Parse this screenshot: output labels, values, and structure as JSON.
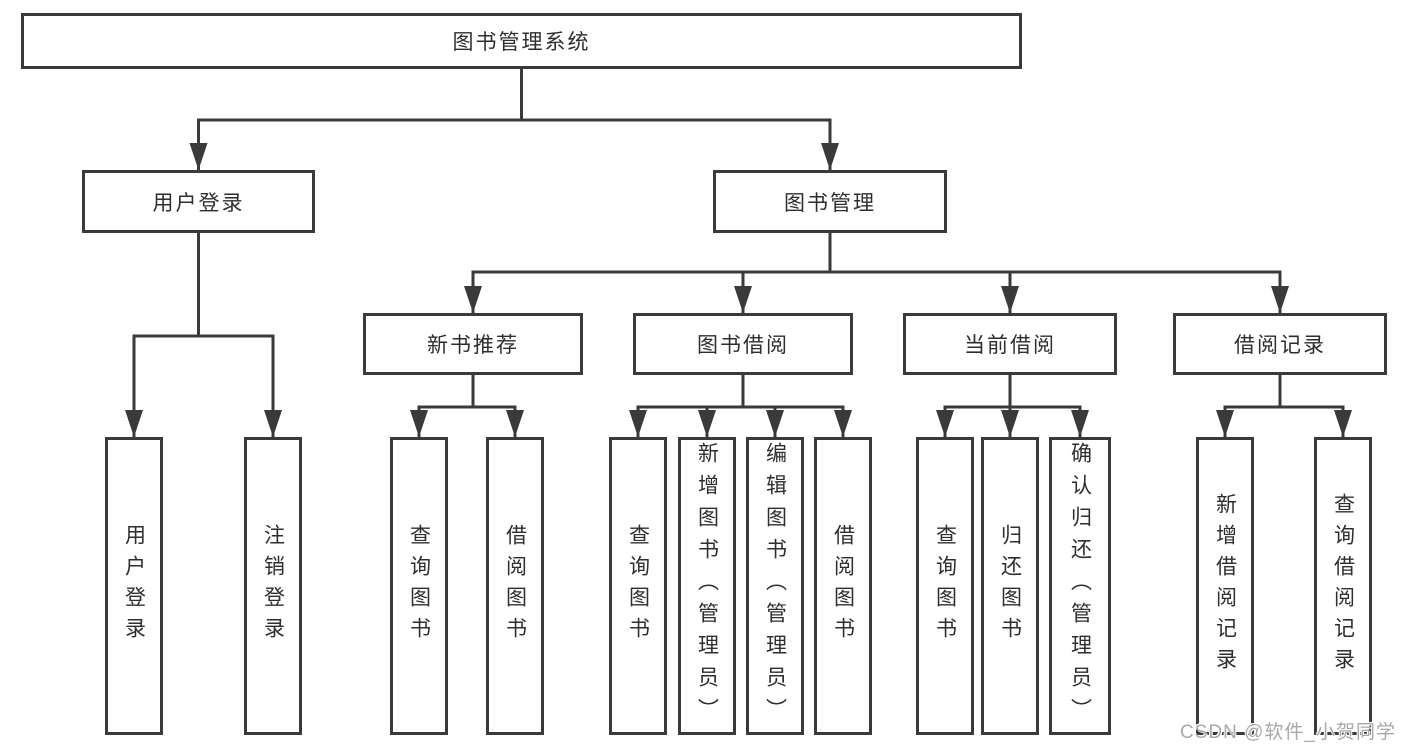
{
  "diagram_title": "图书管理系统",
  "tree": {
    "label": "图书管理系统",
    "children": [
      {
        "label": "用户登录",
        "children": [
          {
            "label": "用户登录"
          },
          {
            "label": "注销登录"
          }
        ]
      },
      {
        "label": "图书管理",
        "children": [
          {
            "label": "新书推荐",
            "children": [
              {
                "label": "查询图书"
              },
              {
                "label": "借阅图书"
              }
            ]
          },
          {
            "label": "图书借阅",
            "children": [
              {
                "label": "查询图书"
              },
              {
                "label": "新增图书（管理员）"
              },
              {
                "label": "编辑图书（管理员）"
              },
              {
                "label": "借阅图书"
              }
            ]
          },
          {
            "label": "当前借阅",
            "children": [
              {
                "label": "查询图书"
              },
              {
                "label": "归还图书"
              },
              {
                "label": "确认归还（管理员）"
              }
            ]
          },
          {
            "label": "借阅记录",
            "children": [
              {
                "label": "新增借阅记录"
              },
              {
                "label": "查询借阅记录"
              }
            ]
          }
        ]
      }
    ]
  },
  "watermark": "CSDN @软件_小贺同学",
  "colors": {
    "line": "#3a3a3a",
    "text": "#2e2e2e",
    "background": "#ffffff",
    "watermark": "#a8a8a8"
  }
}
